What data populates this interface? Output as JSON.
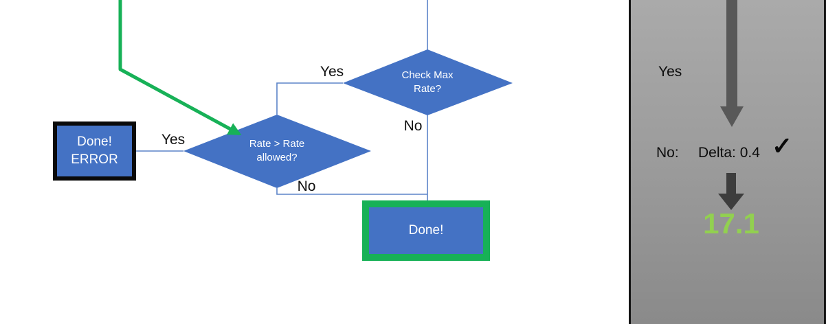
{
  "flowchart": {
    "nodes": {
      "check_max_rate": {
        "line1": "Check Max",
        "line2": "Rate?"
      },
      "rate_allowed": {
        "line1": "Rate > Rate",
        "line2": "allowed?"
      },
      "done_error": {
        "line1": "Done!",
        "line2": "ERROR"
      },
      "done": {
        "label": "Done!"
      }
    },
    "edge_labels": {
      "check_max_yes": "Yes",
      "check_max_no": "No",
      "rate_yes": "Yes",
      "rate_no": "No"
    }
  },
  "side_panel": {
    "yes_label": "Yes",
    "no_label": "No:",
    "delta_label": "Delta: 0.4",
    "check_icon": "✓",
    "result_value": "17.1"
  },
  "colors": {
    "node_blue": "#4472C4",
    "connector_blue": "#5b84c8",
    "highlight_green": "#17b157",
    "result_green": "#92D050",
    "arrow_gray": "#585858",
    "arrow_dark_gray": "#3d3d3d",
    "panel_gray_top": "#aaaaaa",
    "panel_gray_bottom": "#8a8a8a"
  }
}
